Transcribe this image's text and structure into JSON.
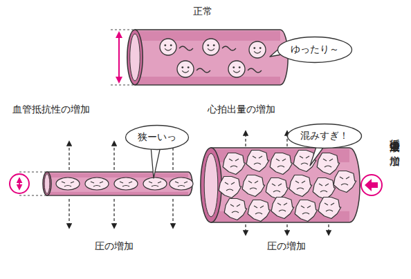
{
  "diagram": {
    "nodes": [
      {
        "text": [
          "ゆったり～"
        ]
      },
      {
        "text": [
          "狭ーいっ"
        ]
      },
      {
        "text": [
          "混みすぎ！"
        ]
      }
    ],
    "labels": [
      "正常",
      "血管抵抗性の増加",
      "心拍出量の増加",
      "圧の増加",
      "圧の増加",
      "循環血液量の増加"
    ]
  }
}
